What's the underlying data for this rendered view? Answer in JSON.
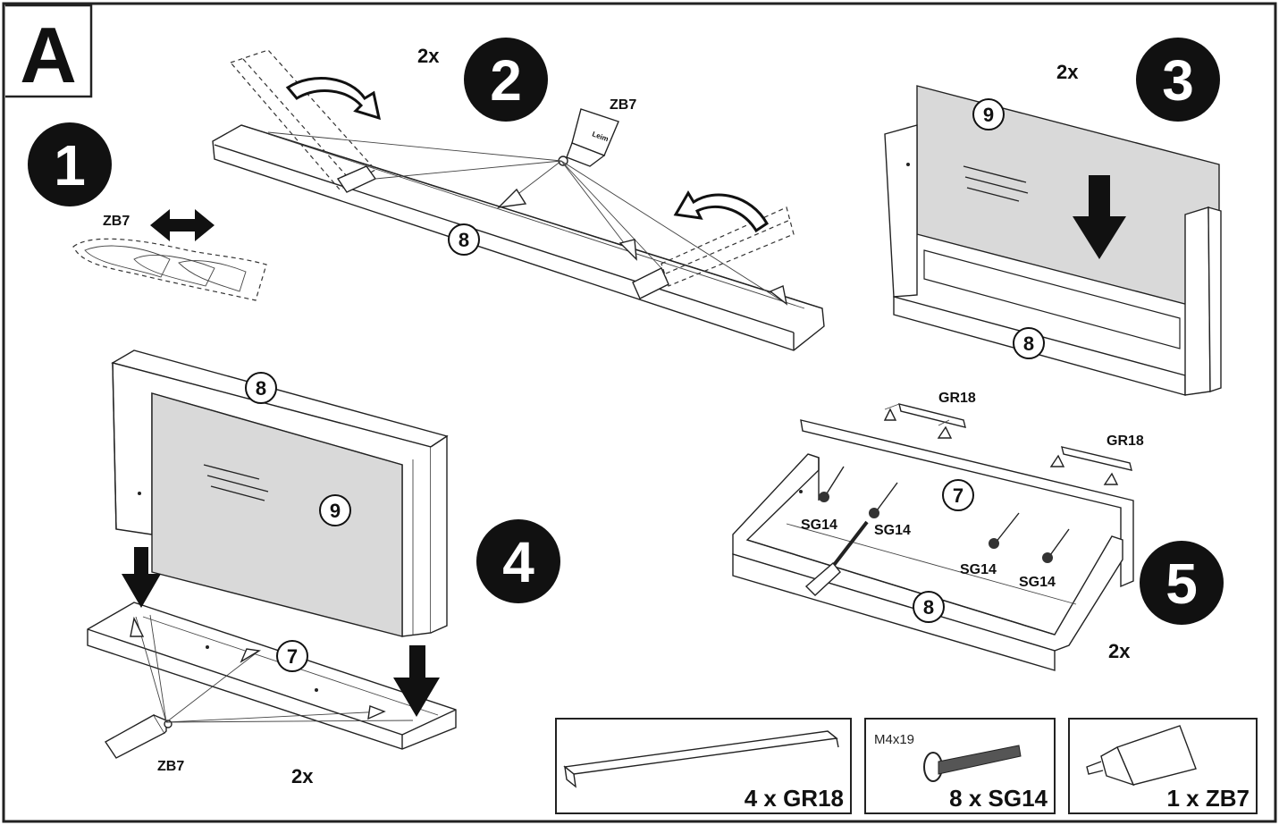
{
  "section_letter": "A",
  "steps": [
    {
      "number": "1",
      "glue_label": "ZB7"
    },
    {
      "number": "2",
      "multiplier": "2x",
      "glue_label": "ZB7",
      "part": "8"
    },
    {
      "number": "3",
      "multiplier": "2x",
      "parts": [
        "9",
        "8"
      ]
    },
    {
      "number": "4",
      "multiplier": "2x",
      "parts": [
        "8",
        "9",
        "7"
      ],
      "glue_label": "ZB7"
    },
    {
      "number": "5",
      "multiplier": "2x",
      "parts": [
        "7",
        "8"
      ],
      "rail_label": "GR18",
      "screw_label": "SG14"
    }
  ],
  "parts_list": [
    {
      "id": "GR18",
      "quantity_label": "4 x GR18"
    },
    {
      "id": "SG14",
      "quantity_label": "8 x SG14",
      "size": "M4x19"
    },
    {
      "id": "ZB7",
      "quantity_label": "1 x ZB7"
    }
  ],
  "colors": {
    "ink": "#111111",
    "panel_fill": "#d9d9d9",
    "border": "#222222"
  }
}
